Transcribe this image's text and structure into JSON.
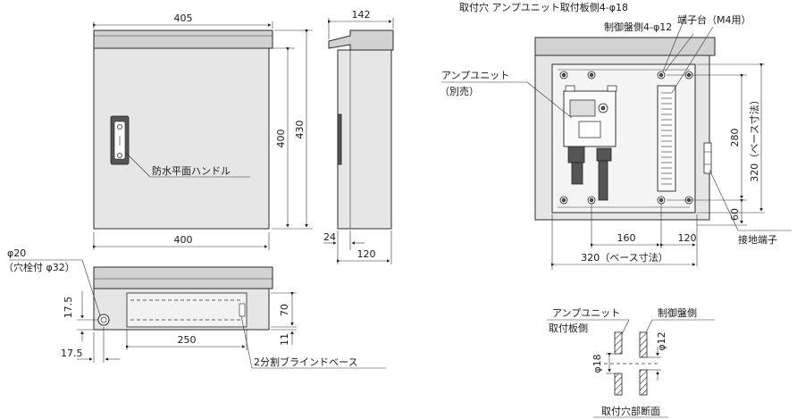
{
  "dimensions": {
    "front_width": "405",
    "front_height_inner": "400",
    "front_height_total": "430",
    "side_depth_top": "142",
    "side_depth_base": "24",
    "side_depth_bottom": "120",
    "front_bottom_width": "400",
    "bottom_width": "250",
    "bottom_h1": "17.5",
    "bottom_h2": "70",
    "bottom_h3": "11",
    "bottom_w1": "17.5",
    "int_280": "280",
    "int_60": "60",
    "int_160": "160",
    "int_120": "120",
    "int_320_v": "320（ベース寸法）",
    "int_320_h": "320（ベース寸法）",
    "sec_18": "φ18",
    "sec_12": "φ12"
  },
  "labels": {
    "handle": "防水平面ハンドル",
    "hole_size_1": "φ20",
    "hole_size_2": "（穴栓付 φ32）",
    "blind_base": "2分割ブラインドベース",
    "amp_hole": "取付穴 アンプユニット取付板側4-φ18",
    "ctrl_hole": "制御盤側4-φ12",
    "terminal": "端子台（M4用）",
    "amp_unit": "アンプユニット",
    "amp_unit_sub": "（別売）",
    "ground": "接地端子",
    "sec_amp": "アンプユニット",
    "sec_amp2": "取付板側",
    "sec_ctrl": "制御盤側",
    "sec_title": "取付穴部断面"
  }
}
